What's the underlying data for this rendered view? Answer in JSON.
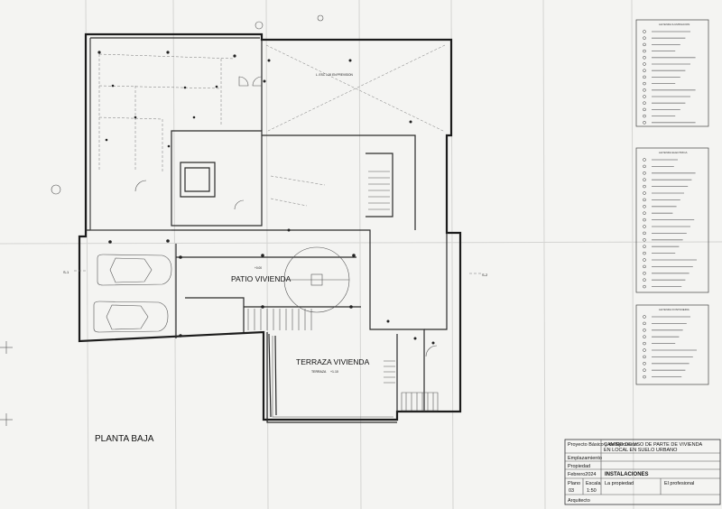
{
  "plan": {
    "sheet_title": "PLANTA BAJA",
    "patio_label": "PATIO VIVIENDA",
    "terraza_label": "TERRAZA VIVIENDA",
    "salon_label": "L. ESC 1.00 EN PREVISION",
    "terraza_level_label": "TERRAZA",
    "terraza_level_value": "+1.10",
    "patio_level": "+0.00",
    "section_left_a": "S-1",
    "section_right_a": "S-2"
  },
  "legends": {
    "iluminacion_title": "LEYENDA ILUMINACION",
    "electrica_title": "LEYENDA ELECTRICA",
    "fontaneria_title": "LEYENDA FONTANERIA"
  },
  "title_block": {
    "project_label": "Proyecto Básico y de Ejecución",
    "project_desc_line1": "CAMBIO DE USO DE PARTE DE VIVIENDA",
    "project_desc_line2": "EN LOCAL EN SUELO URBANO",
    "emplazamiento_label": "Emplazamiento",
    "propiedad_label": "Propiedad",
    "date": "Febrero2024",
    "drawing_title": "INSTALACIONES",
    "plano_label": "Plano",
    "plano_value": "03",
    "escala_label": "Escala",
    "escala_value": "1:50",
    "propiedad_sign": "La propiedad",
    "profesional_sign": "El profesional",
    "arquitecto_label": "Arquitecto"
  }
}
